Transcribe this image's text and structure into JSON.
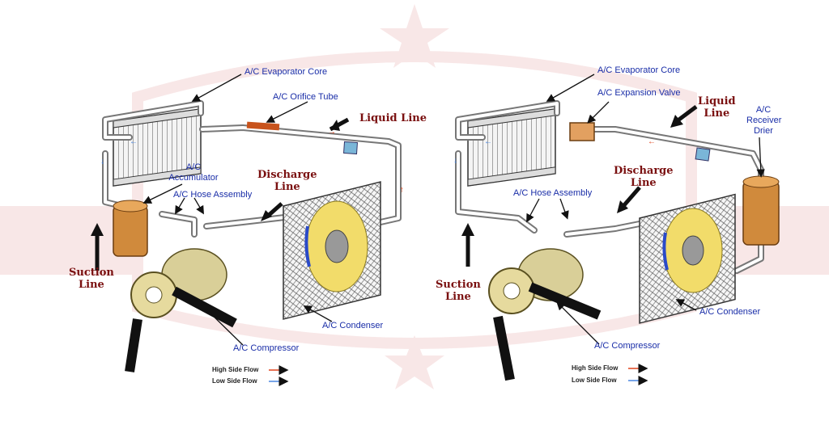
{
  "left": {
    "evaporator_label": "A/C Evaporator Core",
    "orifice_label": "A/C Orifice Tube",
    "liquid_line": "Liquid Line",
    "accumulator_label_1": "A/C",
    "accumulator_label_2": "Accumulator",
    "hose_label": "A/C Hose Assembly",
    "discharge_1": "Discharge",
    "discharge_2": "Line",
    "suction_1": "Suction",
    "suction_2": "Line",
    "condenser_label": "A/C Condenser",
    "compressor_label": "A/C Compressor",
    "legend_high": "High Side Flow",
    "legend_low": "Low Side Flow"
  },
  "right": {
    "evaporator_label": "A/C Evaporator Core",
    "expansion_label": "A/C Expansion Valve",
    "liquid_1": "Liquid",
    "liquid_2": "Line",
    "receiver_1": "A/C",
    "receiver_2": "Receiver",
    "receiver_3": "Drier",
    "discharge_1": "Discharge",
    "discharge_2": "Line",
    "hose_label": "A/C Hose Assembly",
    "suction_1": "Suction",
    "suction_2": "Line",
    "condenser_label": "A/C Condenser",
    "compressor_label": "A/C Compressor",
    "legend_high": "High Side Flow",
    "legend_low": "Low Side Flow"
  },
  "colors": {
    "label_blue": "#1a2ea8",
    "callout_red": "#7a1010",
    "high_flow": "#e0441c",
    "low_flow": "#4a86e0",
    "component_copper": "#d08a3c",
    "fan_yellow": "#f2dc6a",
    "watermark": "#f3d4d4"
  }
}
